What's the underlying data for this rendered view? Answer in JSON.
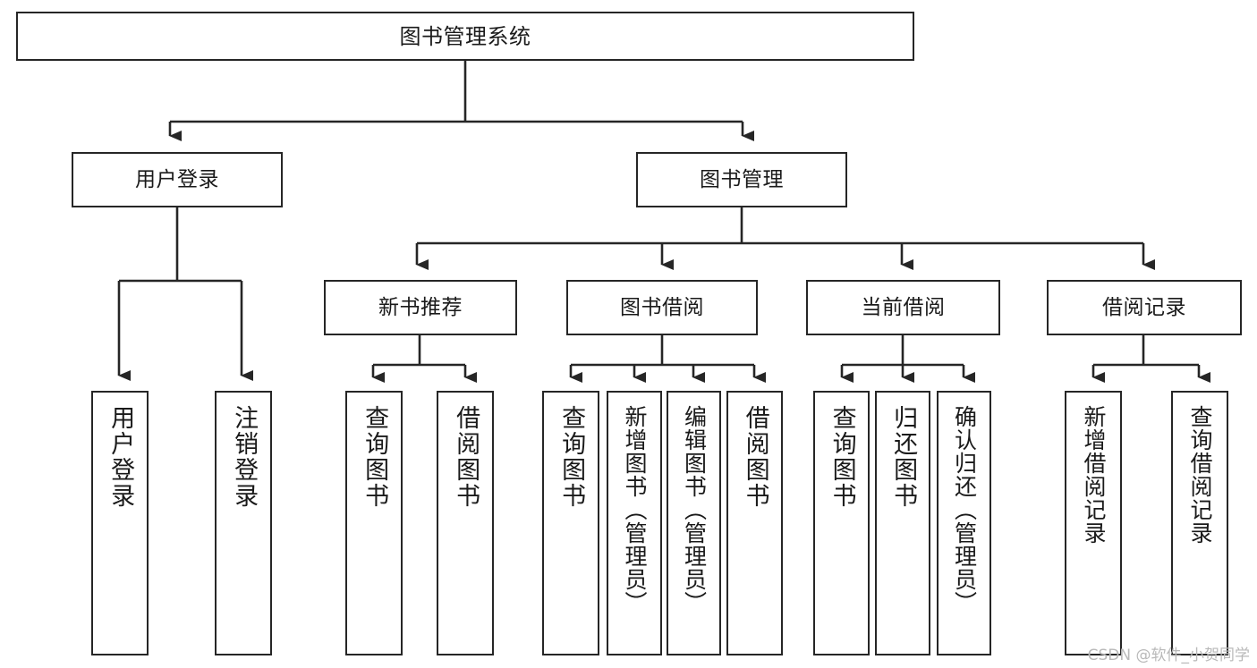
{
  "diagram": {
    "title": "图书管理系统",
    "type": "tree",
    "root": {
      "id": "root",
      "label": "图书管理系统"
    },
    "level2": [
      {
        "id": "user-login",
        "label": "用户登录"
      },
      {
        "id": "book-manage",
        "label": "图书管理"
      }
    ],
    "level3": [
      {
        "id": "new-book-recommend",
        "label": "新书推荐",
        "parent": "book-manage"
      },
      {
        "id": "book-borrow",
        "label": "图书借阅",
        "parent": "book-manage"
      },
      {
        "id": "current-borrow",
        "label": "当前借阅",
        "parent": "book-manage"
      },
      {
        "id": "borrow-record",
        "label": "借阅记录",
        "parent": "book-manage"
      }
    ],
    "leaves": [
      {
        "id": "leaf-user-login",
        "label": "用户登录",
        "parent": "user-login"
      },
      {
        "id": "leaf-logout-login",
        "label": "注销登录",
        "parent": "user-login"
      },
      {
        "id": "leaf-query-book-1",
        "label": "查询图书",
        "parent": "new-book-recommend"
      },
      {
        "id": "leaf-borrow-book-1",
        "label": "借阅图书",
        "parent": "new-book-recommend"
      },
      {
        "id": "leaf-query-book-2",
        "label": "查询图书",
        "parent": "book-borrow"
      },
      {
        "id": "leaf-add-book",
        "label": "新增图书（管理员）",
        "parent": "book-borrow"
      },
      {
        "id": "leaf-edit-book",
        "label": "编辑图书（管理员）",
        "parent": "book-borrow"
      },
      {
        "id": "leaf-borrow-book-2",
        "label": "借阅图书",
        "parent": "book-borrow"
      },
      {
        "id": "leaf-query-book-3",
        "label": "查询图书",
        "parent": "current-borrow"
      },
      {
        "id": "leaf-return-book",
        "label": "归还图书",
        "parent": "current-borrow"
      },
      {
        "id": "leaf-confirm-return",
        "label": "确认归还（管理员）",
        "parent": "current-borrow"
      },
      {
        "id": "leaf-add-record",
        "label": "新增借阅记录",
        "parent": "borrow-record"
      },
      {
        "id": "leaf-query-record",
        "label": "查询借阅记录",
        "parent": "borrow-record"
      }
    ],
    "colors": {
      "stroke": "#262626",
      "box_fill": "#ffffff",
      "text": "#1a1a1a",
      "background": "#ffffff",
      "watermark": "#b9b9b9"
    }
  },
  "watermark": {
    "text": "CSDN @软件_小贺同学"
  }
}
